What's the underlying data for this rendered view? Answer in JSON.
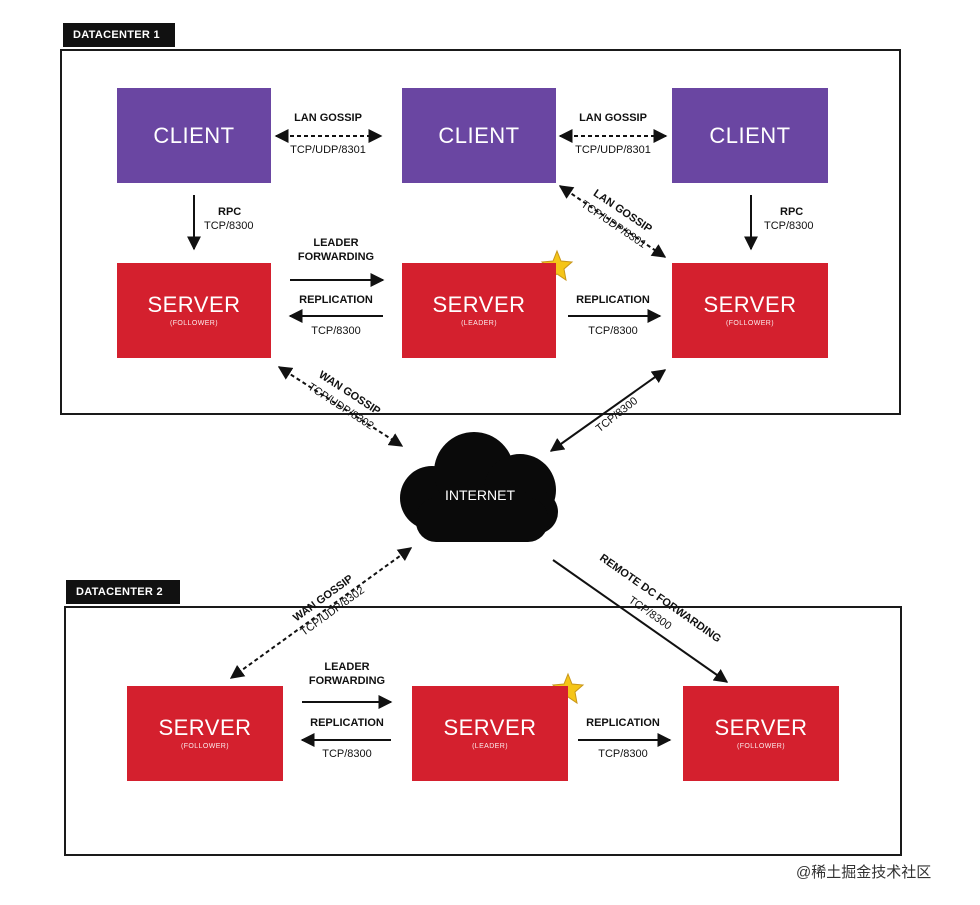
{
  "datacenters": {
    "dc1": {
      "label": "DATACENTER 1"
    },
    "dc2": {
      "label": "DATACENTER 2"
    }
  },
  "nodes": {
    "dc1_client_left": {
      "title": "CLIENT"
    },
    "dc1_client_mid": {
      "title": "CLIENT"
    },
    "dc1_client_right": {
      "title": "CLIENT"
    },
    "dc1_server_left": {
      "title": "SERVER",
      "sub": "(FOLLOWER)"
    },
    "dc1_server_mid": {
      "title": "SERVER",
      "sub": "(LEADER)"
    },
    "dc1_server_right": {
      "title": "SERVER",
      "sub": "(FOLLOWER)"
    },
    "dc2_server_left": {
      "title": "SERVER",
      "sub": "(FOLLOWER)"
    },
    "dc2_server_mid": {
      "title": "SERVER",
      "sub": "(LEADER)"
    },
    "dc2_server_right": {
      "title": "SERVER",
      "sub": "(FOLLOWER)"
    }
  },
  "internet": {
    "label": "INTERNET"
  },
  "links": {
    "lan_gossip_1": {
      "name": "LAN GOSSIP",
      "port": "TCP/UDP/8301"
    },
    "lan_gossip_2": {
      "name": "LAN GOSSIP",
      "port": "TCP/UDP/8301"
    },
    "rpc_left": {
      "name": "RPC",
      "port": "TCP/8300"
    },
    "rpc_right": {
      "name": "RPC",
      "port": "TCP/8300"
    },
    "lan_gossip_diag": {
      "name": "LAN GOSSIP",
      "port": "TCP/UDP/8301"
    },
    "dc1_leader_fwd": {
      "name": "LEADER",
      "name2": "FORWARDING"
    },
    "dc1_repl_left": {
      "name": "REPLICATION",
      "port": "TCP/8300"
    },
    "dc1_repl_right": {
      "name": "REPLICATION",
      "port": "TCP/8300"
    },
    "wan_gossip_dc1": {
      "name": "WAN GOSSIP",
      "port": "TCP/UDP/8302"
    },
    "rpc_internet": {
      "port": "TCP/8300"
    },
    "wan_gossip_dc2": {
      "name": "WAN GOSSIP",
      "port": "TCP/UDP/8302"
    },
    "remote_dc_fwd": {
      "name": "REMOTE DC FORWARDING",
      "port": "TCP/8300"
    },
    "dc2_leader_fwd": {
      "name": "LEADER",
      "name2": "FORWARDING"
    },
    "dc2_repl_left": {
      "name": "REPLICATION",
      "port": "TCP/8300"
    },
    "dc2_repl_right": {
      "name": "REPLICATION",
      "port": "TCP/8300"
    }
  },
  "colors": {
    "client": "#6a46a2",
    "server": "#d4202e",
    "star": "#f5c518",
    "line": "#111111"
  },
  "icons": {
    "leader_marker": "star-icon",
    "internet": "cloud-icon"
  },
  "watermark": "@稀土掘金技术社区"
}
